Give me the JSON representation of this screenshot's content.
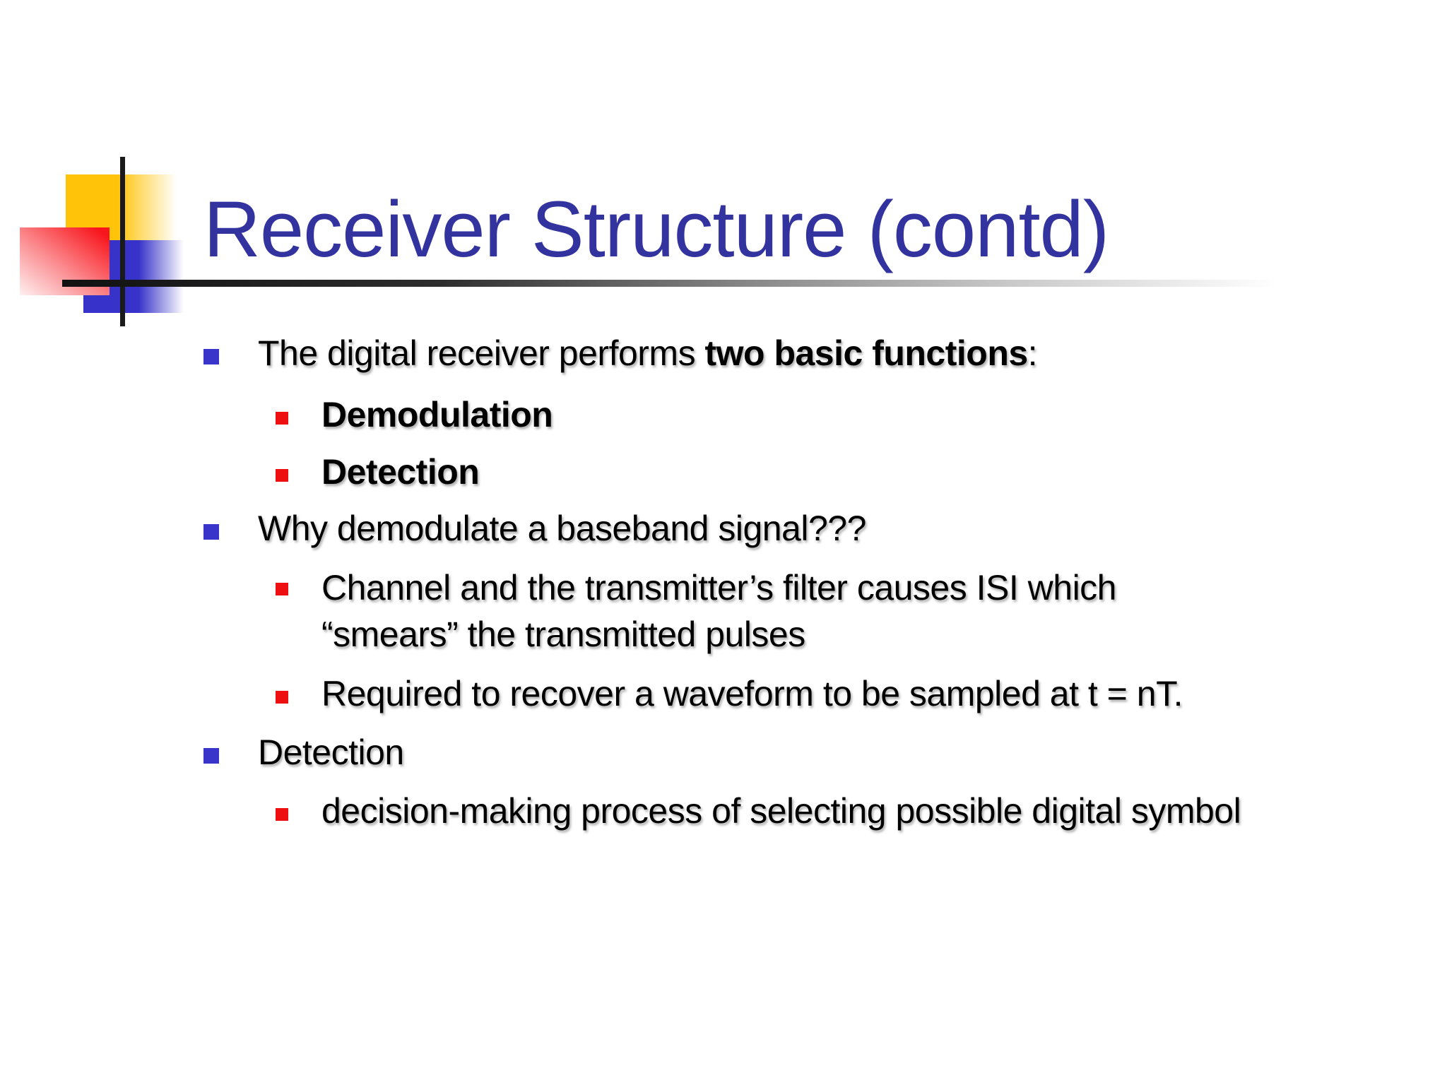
{
  "slide": {
    "title": "Receiver Structure (contd)"
  },
  "colors": {
    "title_text": "#3333A0",
    "body_text": "#000000",
    "level1_bullet": "#3935CB",
    "level2_bullet": "#EE1010",
    "accent_yellow": "#FFC40A",
    "accent_red": "#F8161D",
    "accent_blue": "#3732C9",
    "crosshair_line": "#1A1A1A"
  },
  "list": [
    {
      "level": 1,
      "parts": [
        {
          "t": "The digital receiver performs "
        },
        {
          "t": "two basic functions",
          "b": true
        },
        {
          "t": ":"
        }
      ]
    },
    {
      "level": 2,
      "bold": true,
      "text": "Demodulation"
    },
    {
      "level": 2,
      "bold": true,
      "text": "Detection"
    },
    {
      "level": 1,
      "text": "Why demodulate a baseband signal???"
    },
    {
      "level": 2,
      "lines": [
        "Channel and the transmitter’s filter causes ISI which",
        "“smears” the transmitted pulses"
      ]
    },
    {
      "level": 2,
      "text": "Required to recover a waveform to be sampled at t = nT."
    },
    {
      "level": 1,
      "text": "Detection"
    },
    {
      "level": 2,
      "text": "decision-making process of selecting possible digital symbol"
    }
  ]
}
